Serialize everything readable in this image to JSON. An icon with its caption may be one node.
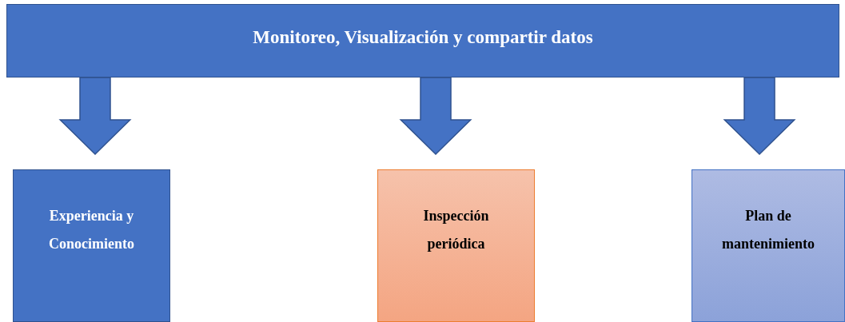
{
  "diagram": {
    "nodes": [
      {
        "text": [
          "Monitoreo, Visualización y compartir datos"
        ]
      },
      {
        "text": [
          "Experiencia y Conocimiento"
        ]
      },
      {
        "text": [
          "Inspección periódica"
        ]
      },
      {
        "text": [
          "Plan de mantenimiento"
        ]
      }
    ],
    "edges": [
      {
        "from": 0,
        "to": 1,
        "arrow": "to",
        "style": "thick"
      },
      {
        "from": 0,
        "to": 2,
        "arrow": "to",
        "style": "thick"
      },
      {
        "from": 0,
        "to": 3,
        "arrow": "to",
        "style": "thick"
      }
    ]
  }
}
